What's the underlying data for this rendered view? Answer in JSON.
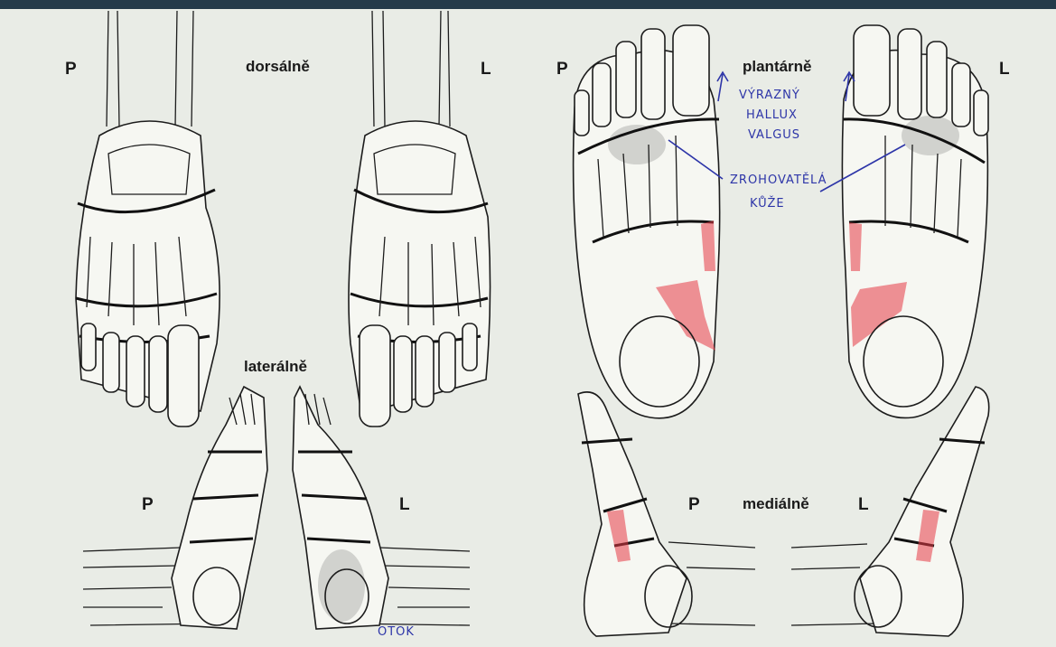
{
  "labels": {
    "dorsal": {
      "right": "P",
      "view": "dorsálně",
      "left": "L"
    },
    "lateral": {
      "view": "laterálně",
      "right": "P",
      "left": "L"
    },
    "plantar": {
      "right": "P",
      "view": "plantárně",
      "left": "L"
    },
    "medial": {
      "right": "P",
      "view": "mediálně",
      "left": "L"
    }
  },
  "handwriting": {
    "hallux_1": "VÝRAZNÝ",
    "hallux_2": "HALLUX",
    "hallux_3": "VALGUS",
    "skin_1": "ZROHOVATĚLÁ",
    "skin_2": "KŮŽE",
    "swelling": "OTOK"
  },
  "colors": {
    "marker_red": "#e53b45",
    "pen_blue": "#2d35a8",
    "pencil_gray": "#8c8c8c",
    "paper": "#e9ece6"
  }
}
